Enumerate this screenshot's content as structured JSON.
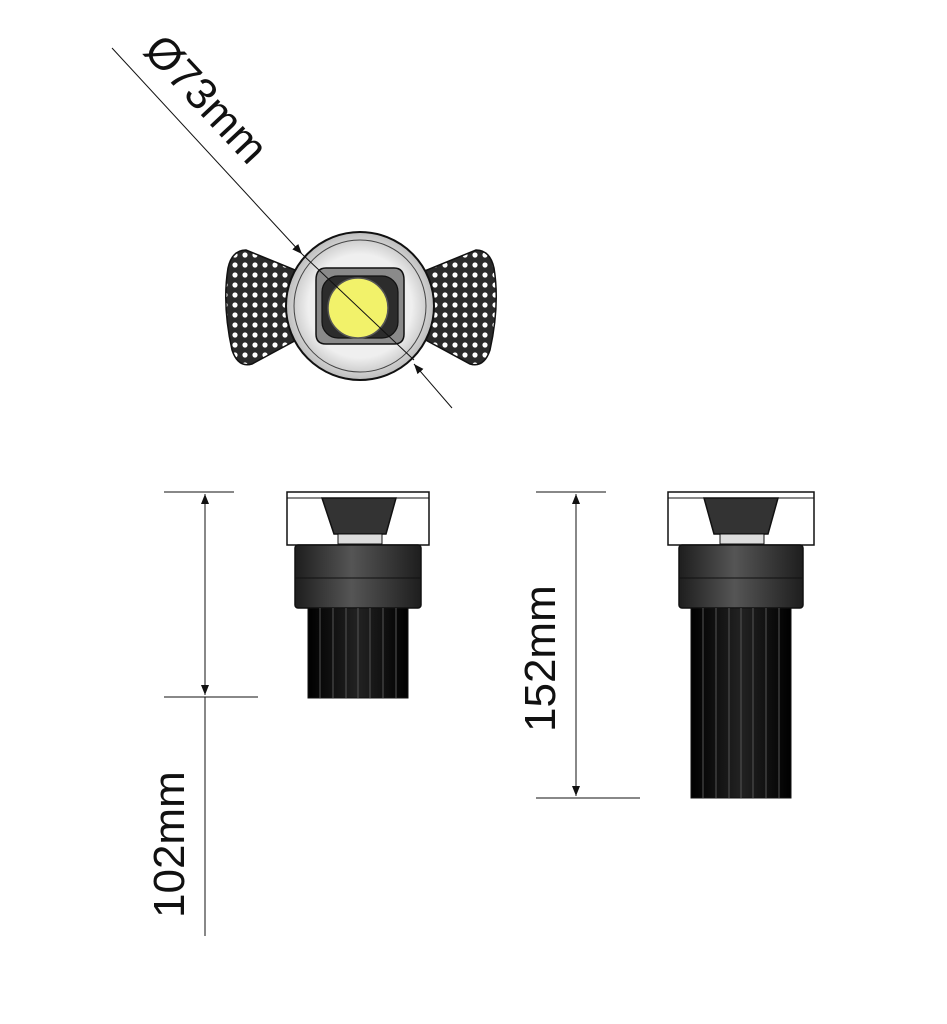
{
  "labels": {
    "diameter": "Ø73mm",
    "height_short": "102mm",
    "height_tall": "152mm"
  },
  "colors": {
    "line": "#111111",
    "led": "#f2f26a",
    "trim": "#e6e6e6",
    "body_dark": "#2b2b2b",
    "heatsink": "#0d0d0d"
  }
}
